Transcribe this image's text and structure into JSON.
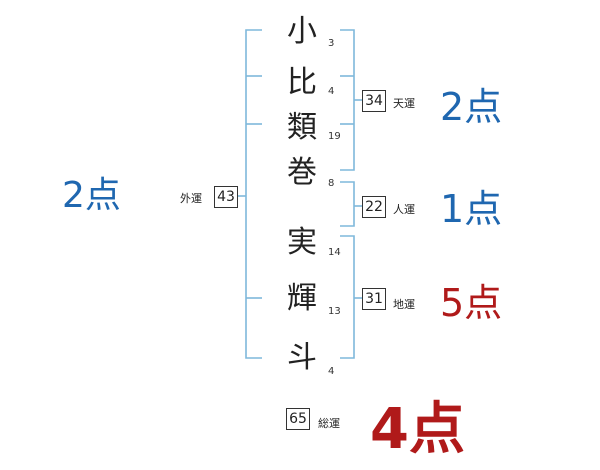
{
  "name_chars": [
    {
      "char": "小",
      "strokes": "3"
    },
    {
      "char": "比",
      "strokes": "4"
    },
    {
      "char": "類",
      "strokes": "19"
    },
    {
      "char": "巻",
      "strokes": "8"
    },
    {
      "char": "実",
      "strokes": "14"
    },
    {
      "char": "輝",
      "strokes": "13"
    },
    {
      "char": "斗",
      "strokes": "4"
    }
  ],
  "gaiun": {
    "value": "43",
    "label": "外運",
    "score": "2点"
  },
  "tenun": {
    "value": "34",
    "label": "天運",
    "score": "2点"
  },
  "jinun": {
    "value": "22",
    "label": "人運",
    "score": "1点"
  },
  "chiun": {
    "value": "31",
    "label": "地運",
    "score": "5点"
  },
  "souun": {
    "value": "65",
    "label": "総運",
    "score": "4点"
  },
  "colors": {
    "bracket": "#7fb8db",
    "blue": "#1f67b0",
    "red": "#b01a1a"
  }
}
